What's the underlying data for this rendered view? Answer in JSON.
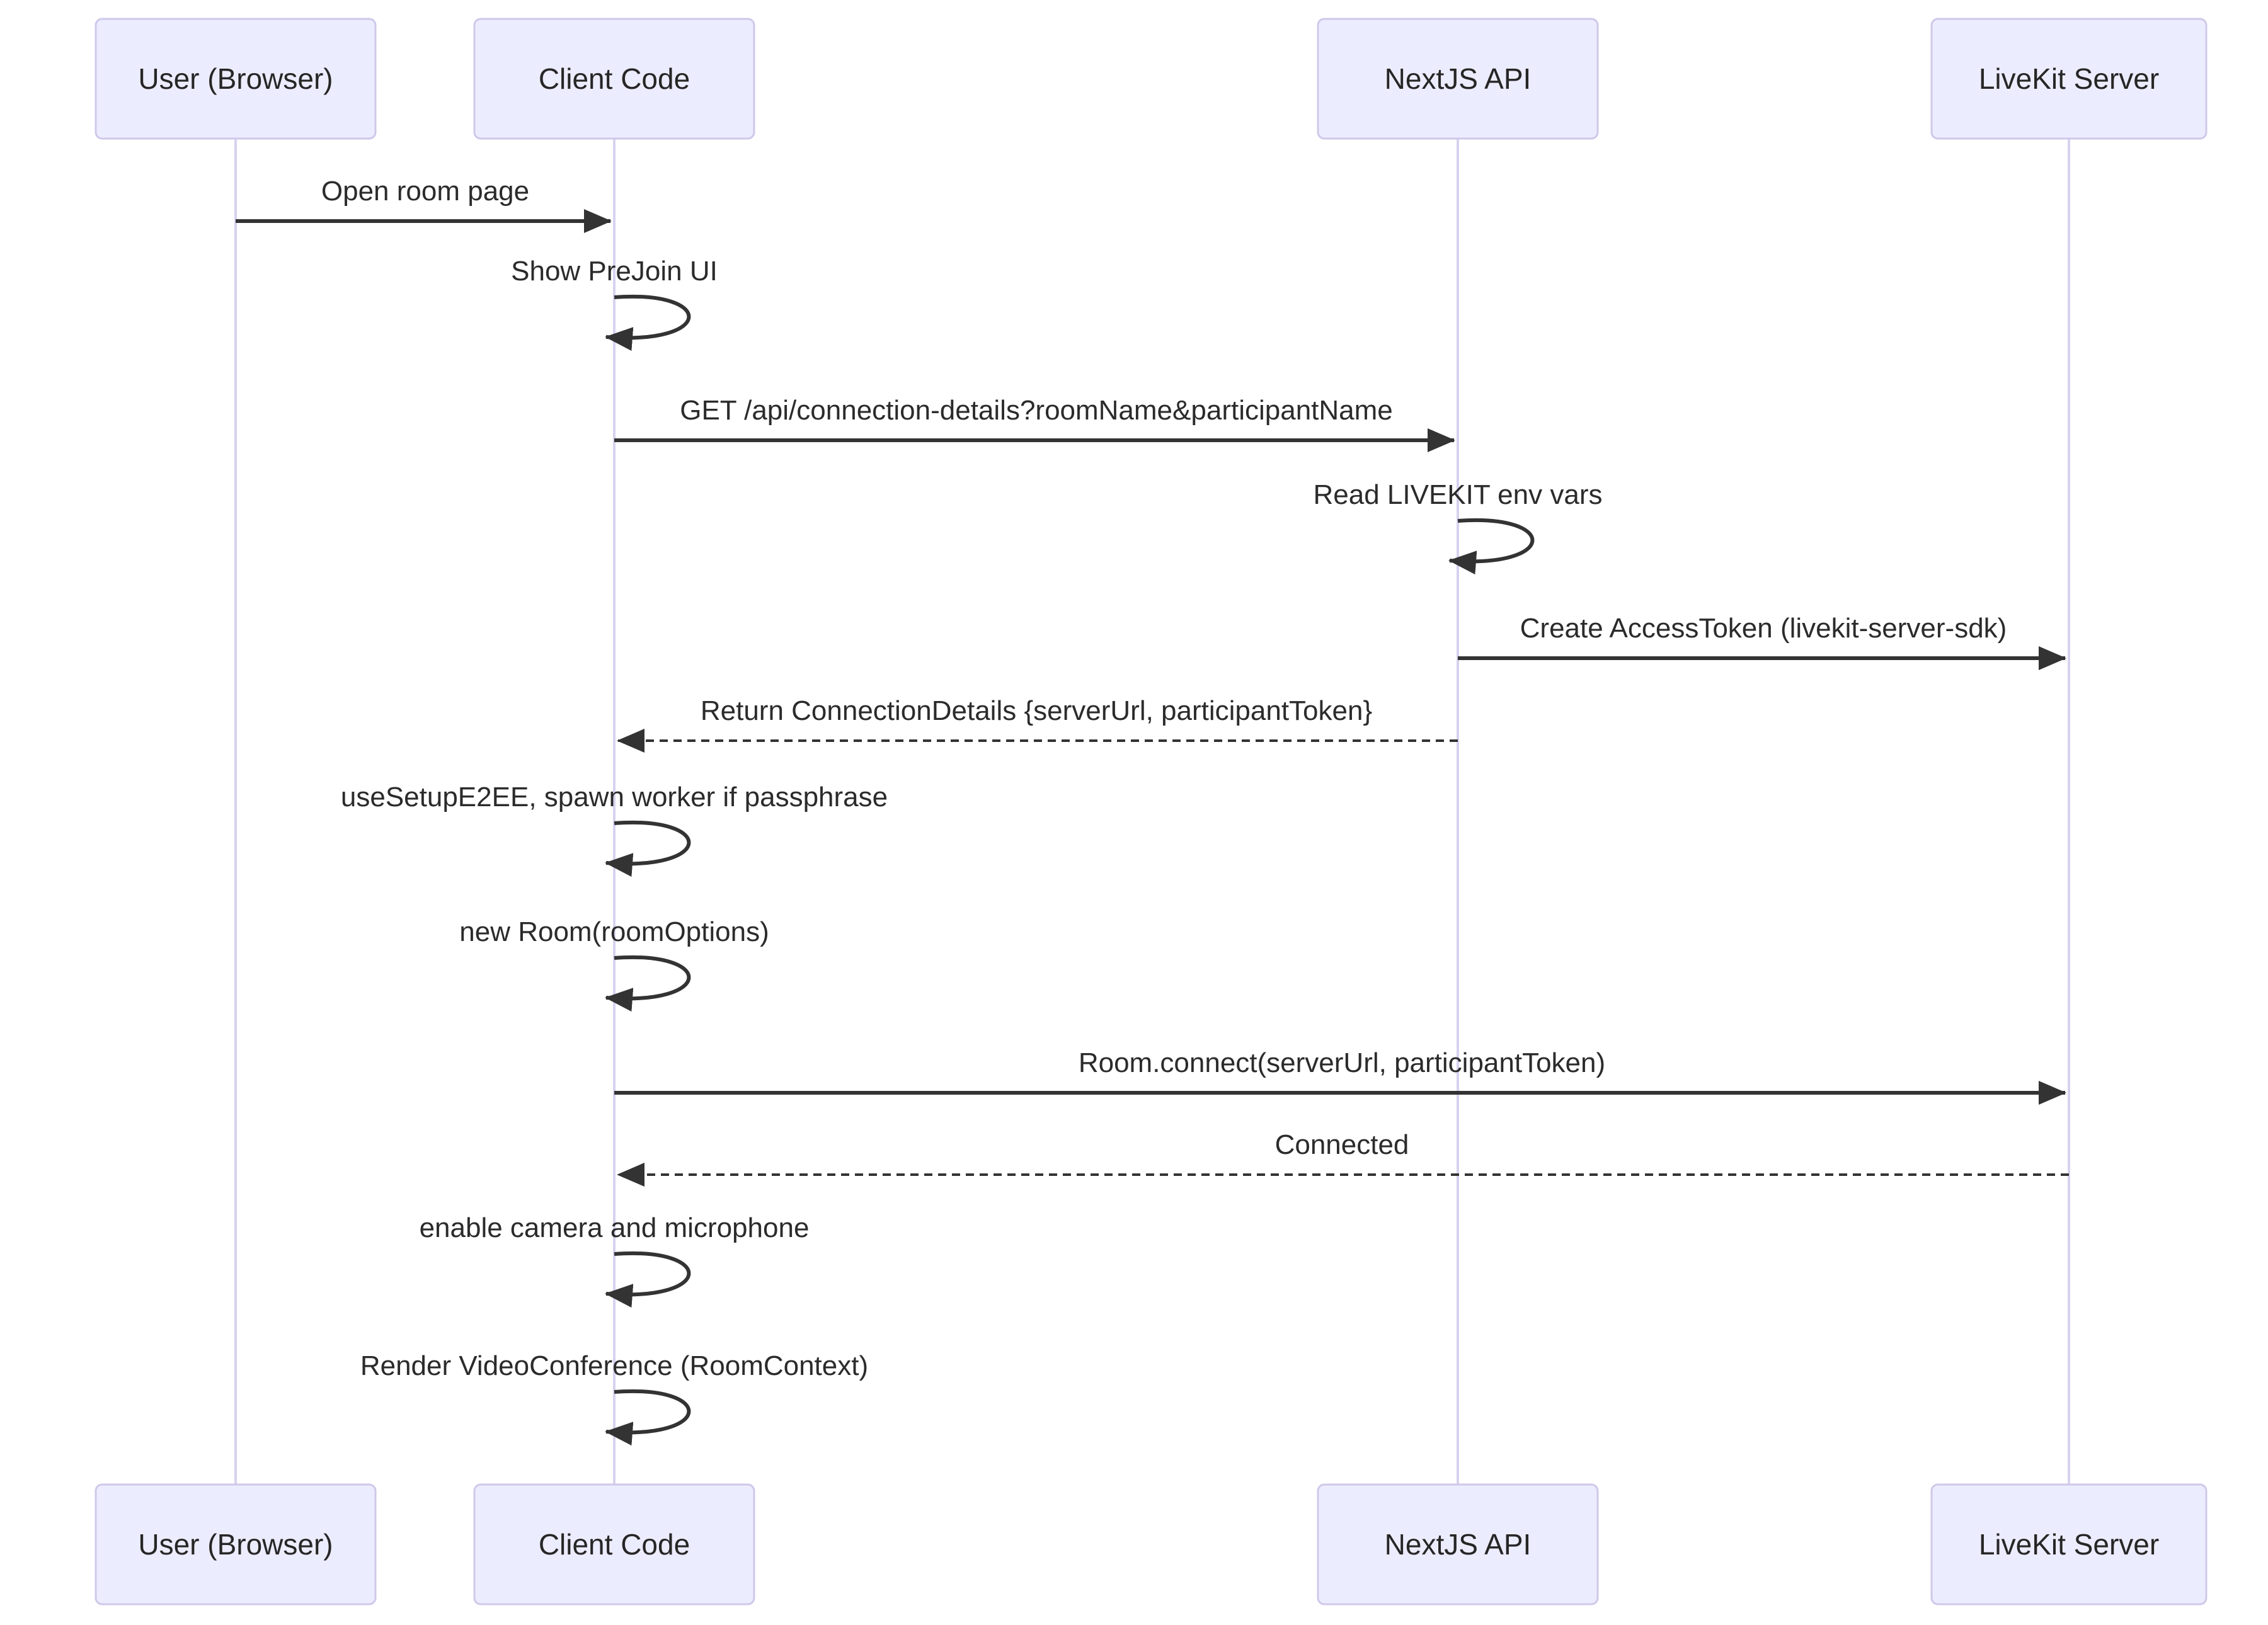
{
  "diagram": {
    "type": "sequence-diagram",
    "actors": [
      {
        "id": "user",
        "label": "User (Browser)"
      },
      {
        "id": "client",
        "label": "Client Code"
      },
      {
        "id": "nextjs",
        "label": "NextJS API"
      },
      {
        "id": "livekit",
        "label": "LiveKit Server"
      }
    ],
    "messages": [
      {
        "from": "user",
        "to": "client",
        "style": "solid",
        "label": "Open room page"
      },
      {
        "from": "client",
        "to": "client",
        "style": "self",
        "label": "Show PreJoin UI"
      },
      {
        "from": "client",
        "to": "nextjs",
        "style": "solid",
        "label": "GET /api/connection-details?roomName&participantName"
      },
      {
        "from": "nextjs",
        "to": "nextjs",
        "style": "self",
        "label": "Read LIVEKIT env vars"
      },
      {
        "from": "nextjs",
        "to": "livekit",
        "style": "solid",
        "label": "Create AccessToken (livekit-server-sdk)"
      },
      {
        "from": "nextjs",
        "to": "client",
        "style": "dashed",
        "label": "Return ConnectionDetails {serverUrl, participantToken}"
      },
      {
        "from": "client",
        "to": "client",
        "style": "self",
        "label": "useSetupE2EE, spawn worker if passphrase"
      },
      {
        "from": "client",
        "to": "client",
        "style": "self",
        "label": "new Room(roomOptions)"
      },
      {
        "from": "client",
        "to": "livekit",
        "style": "solid",
        "label": "Room.connect(serverUrl, participantToken)"
      },
      {
        "from": "livekit",
        "to": "client",
        "style": "dashed",
        "label": "Connected"
      },
      {
        "from": "client",
        "to": "client",
        "style": "self",
        "label": "enable camera and microphone"
      },
      {
        "from": "client",
        "to": "client",
        "style": "self",
        "label": "Render VideoConference (RoomContext)"
      }
    ],
    "colors": {
      "actor_fill": "#ECECFF",
      "actor_border": "#CFC8EA",
      "lifeline": "#D8D2F0",
      "arrow": "#333333",
      "text": "#2b2b2b",
      "background": "#ffffff"
    }
  }
}
